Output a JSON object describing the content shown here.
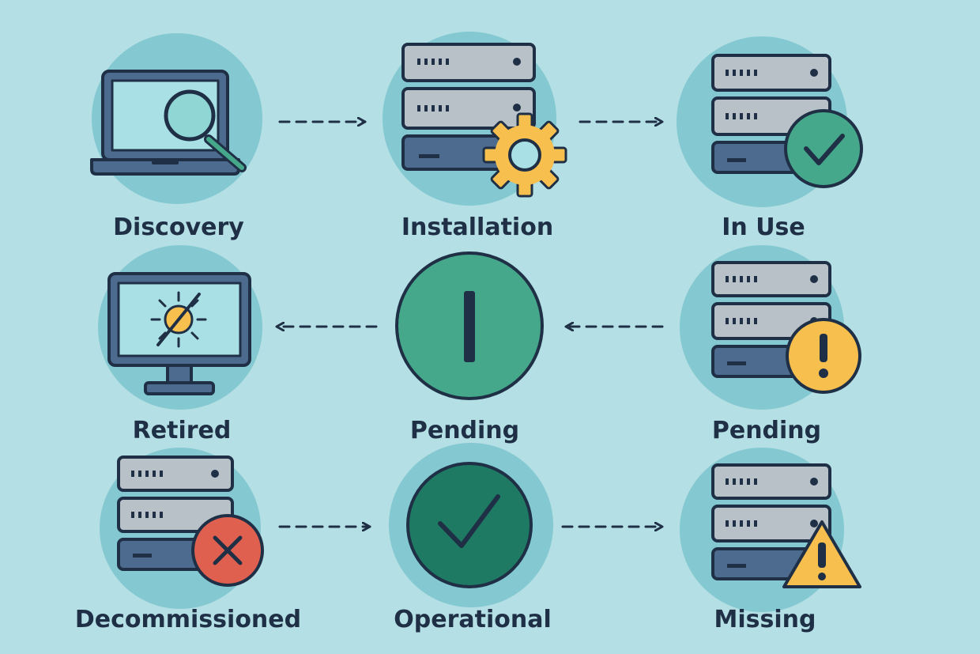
{
  "diagram": {
    "stages": [
      {
        "id": "discovery",
        "label": "Discovery",
        "icon": "laptop-magnifier-icon"
      },
      {
        "id": "installation",
        "label": "Installation",
        "icon": "server-gear-icon"
      },
      {
        "id": "in-use",
        "label": "In Use",
        "icon": "server-check-icon"
      },
      {
        "id": "retired",
        "label": "Retired",
        "icon": "monitor-crossed-sun-icon"
      },
      {
        "id": "pending-center",
        "label": "Pending",
        "icon": "green-circle-bar-icon"
      },
      {
        "id": "pending-right",
        "label": "Pending",
        "icon": "server-exclamation-icon"
      },
      {
        "id": "decommissioned",
        "label": "Decommissioned",
        "icon": "server-x-icon"
      },
      {
        "id": "operational",
        "label": "Operational",
        "icon": "check-circle-icon"
      },
      {
        "id": "missing",
        "label": "Missing",
        "icon": "server-warning-icon"
      }
    ],
    "arrows": [
      {
        "from": "discovery",
        "to": "installation"
      },
      {
        "from": "installation",
        "to": "in-use"
      },
      {
        "from": "pending-right",
        "to": "pending-center"
      },
      {
        "from": "pending-center",
        "to": "retired"
      },
      {
        "from": "decommissioned",
        "to": "operational"
      },
      {
        "from": "operational",
        "to": "missing"
      }
    ]
  },
  "colors": {
    "background": "#b4dfe4",
    "halo": "#84c9d1",
    "outline": "#1f3046",
    "server_gray": "#b7c1c7",
    "server_blue": "#4c6b8e",
    "screen": "#a9e0e6",
    "green": "#45a88a",
    "dark_green": "#1e7a63",
    "yellow": "#f7bf4e",
    "red": "#e0604f"
  }
}
